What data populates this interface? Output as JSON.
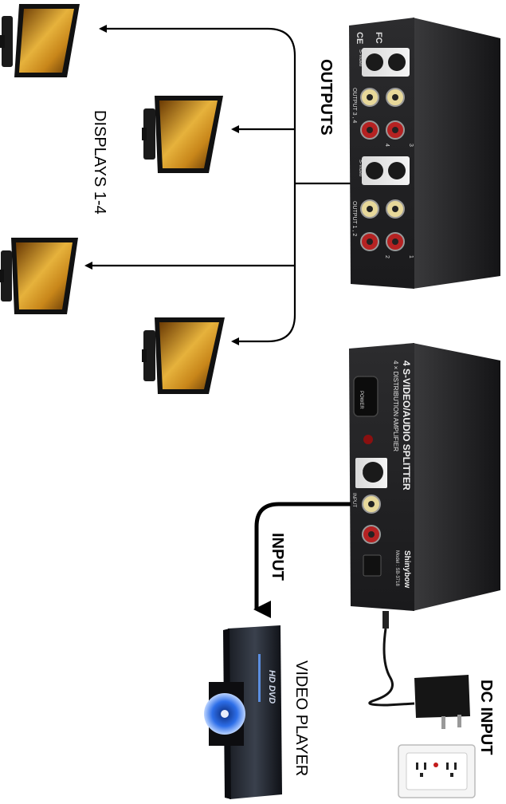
{
  "labels": {
    "outputs": "OUTPUTS",
    "displays": "DISPLAYS 1-4",
    "input": "INPUT",
    "dc_input": "DC INPUT",
    "video_player": "VIDEO PLAYER"
  },
  "device": {
    "brand": "Shinybow",
    "product_title": "4 S-VIDEO/AUDIO SPLITTER",
    "product_subtitle": "4 × DISTRIBUTION AMPLIFIER",
    "model": "Model : SB-3718",
    "power_label": "POWER",
    "svideo_label": "S-Video",
    "input_label": "INPUT",
    "output_12_label": "OUTPUT 1 , 2",
    "output_34_label": "OUTPUT 3 , 4",
    "port_numbers": [
      "1",
      "2",
      "3",
      "4"
    ],
    "fcc_mark": "FC",
    "ce_mark": "CE"
  },
  "player": {
    "brand_text": "HD DVD"
  },
  "colors": {
    "screen_gold": "#c8901a",
    "device_body": "#2a2a2c",
    "arrow": "#000000",
    "rca_yellow": "#e7d89a",
    "rca_red": "#b52222"
  }
}
